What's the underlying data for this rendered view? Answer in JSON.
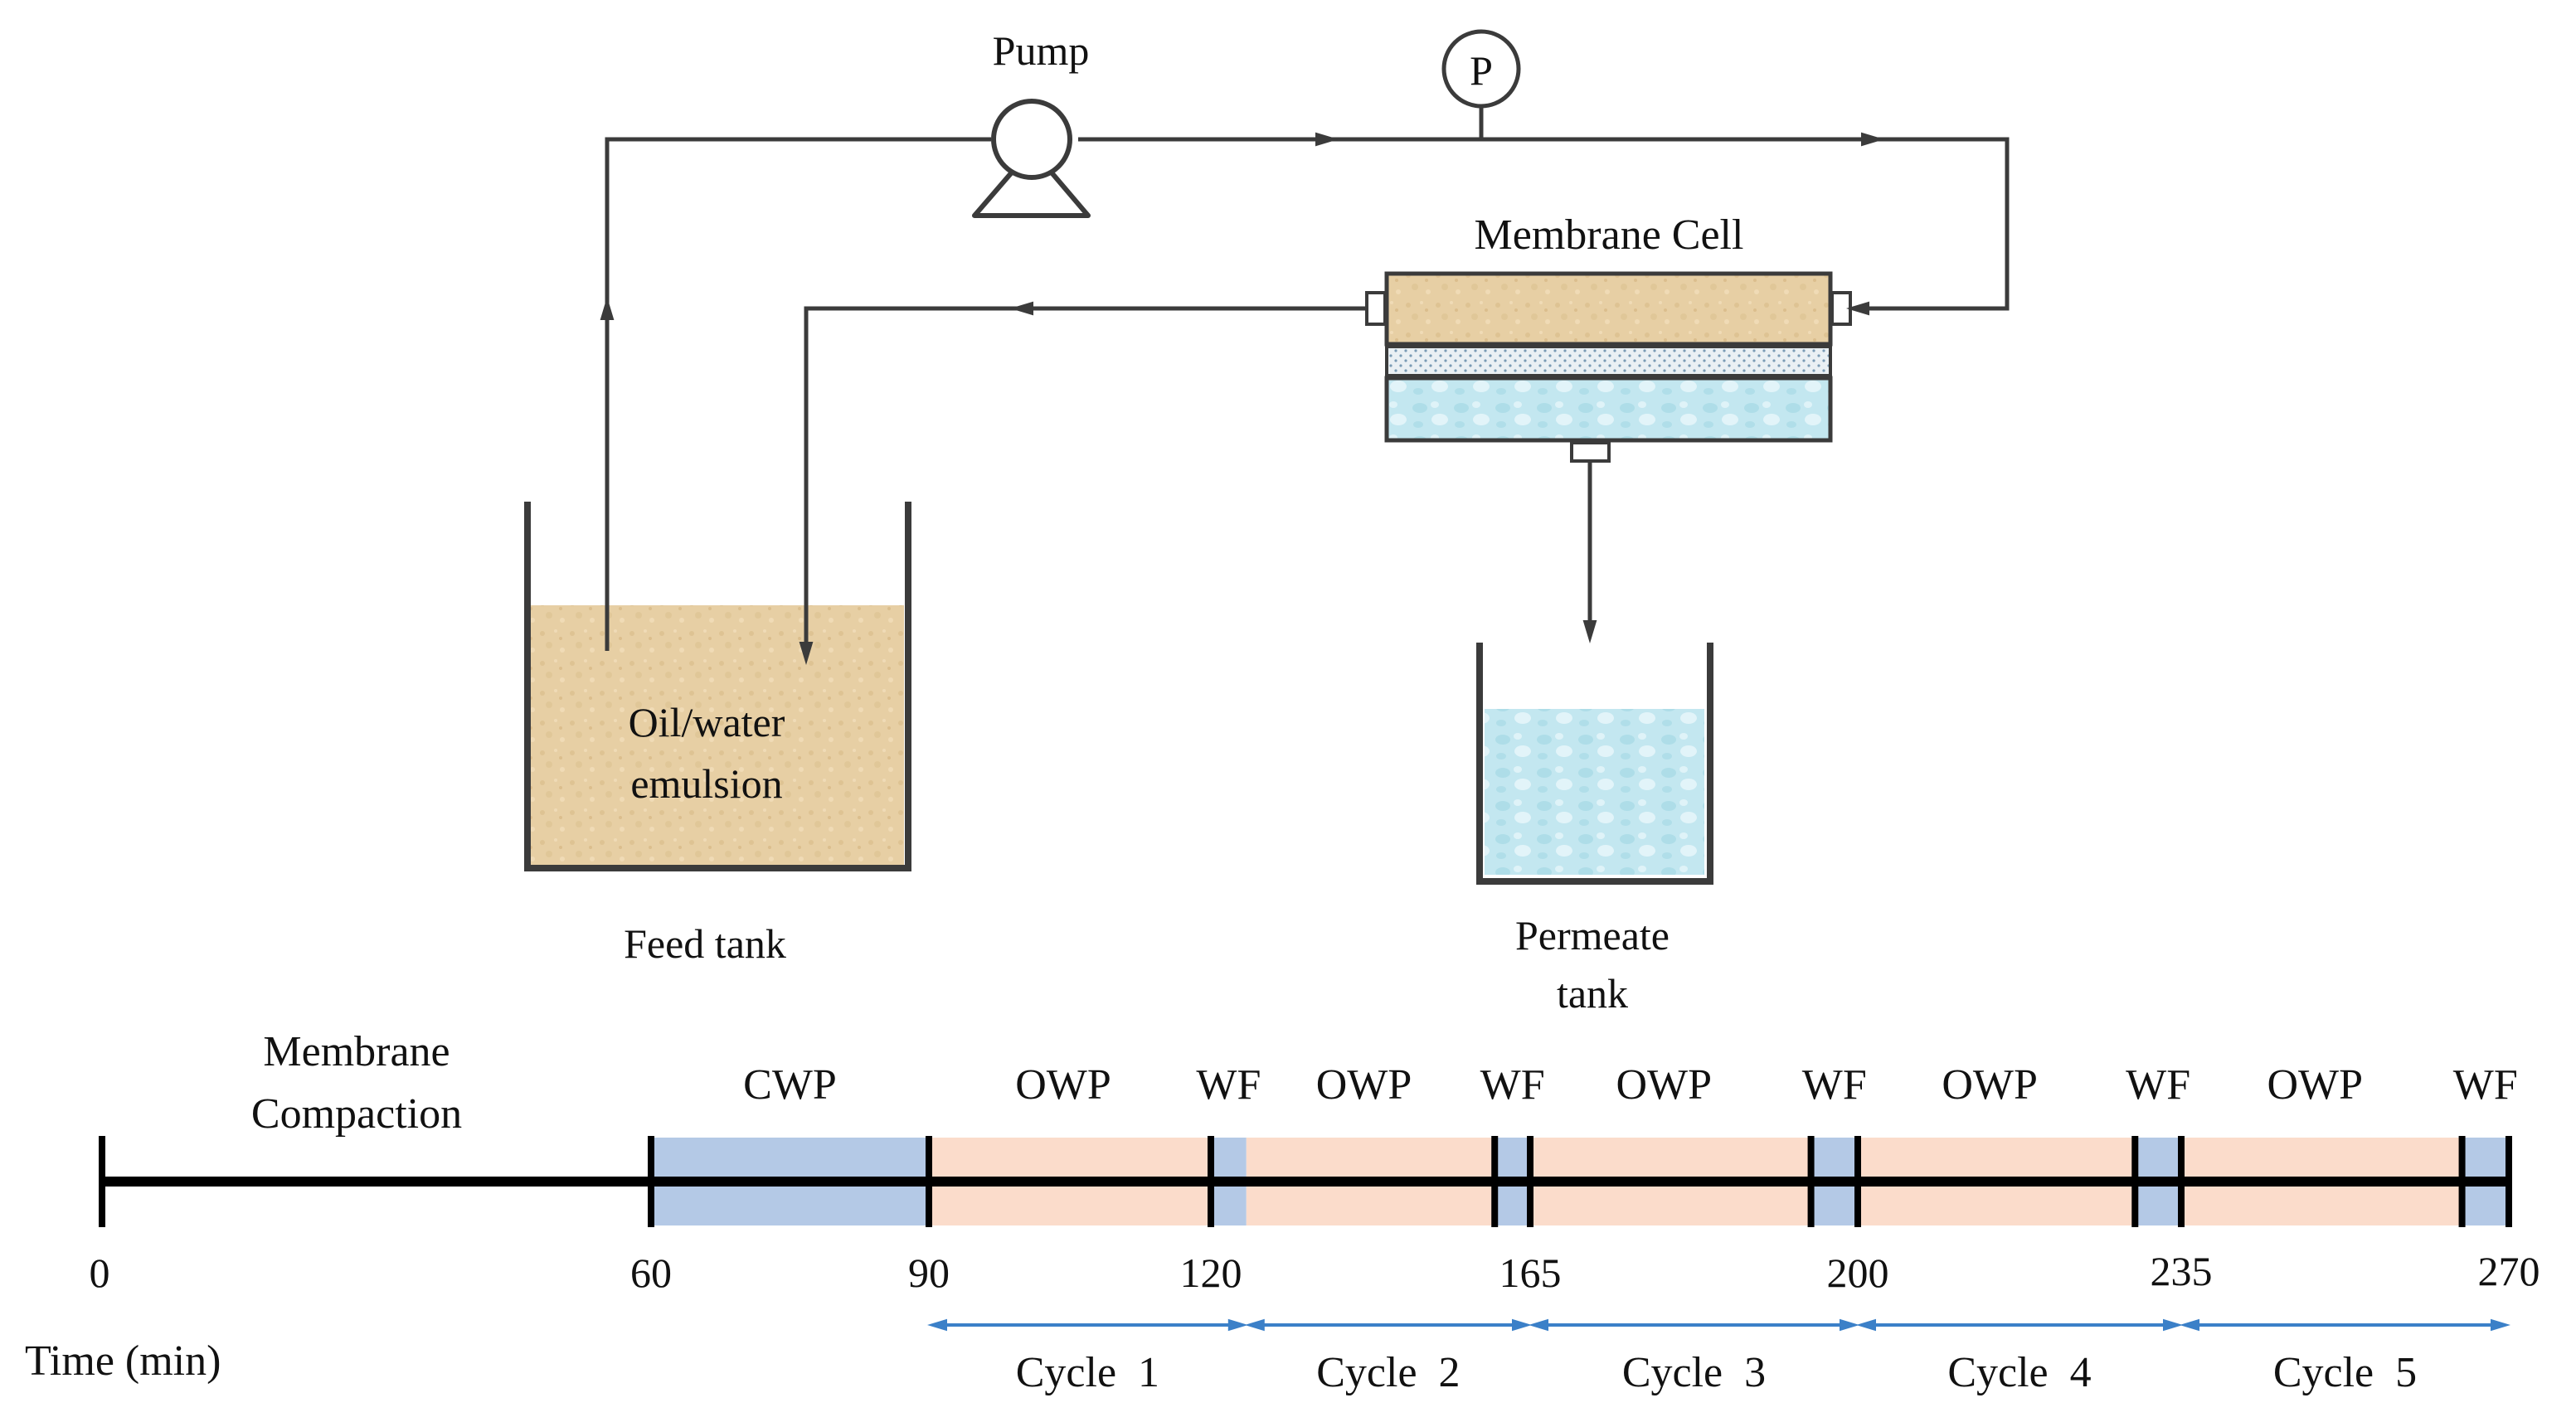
{
  "colors": {
    "line": "#3b3b3b",
    "timeline": "#000000",
    "oil": "#e7cfa4",
    "oil_dark": "#d9bb86",
    "water": "#bfe6ef",
    "water_dark": "#a6d8e4",
    "membrane": "#dde8ef",
    "cwp_band": "#b4c9e6",
    "owp_band": "#fbdccb",
    "wf_band": "#b4c9e6",
    "cycle_arrow": "#3b80c8"
  },
  "setup": {
    "pump_label": "Pump",
    "gauge_label": "P",
    "membrane_cell_label": "Membrane Cell",
    "feed_tank_contents": [
      "Oil/water",
      "emulsion"
    ],
    "feed_tank_label": "Feed tank",
    "permeate_tank_label": [
      "Permeate",
      "tank"
    ]
  },
  "timeline": {
    "axis_label": "Time (min)",
    "start_label": [
      "Membrane",
      "Compaction"
    ],
    "ticks": [
      0,
      60,
      90,
      120,
      165,
      200,
      235,
      270
    ],
    "phases": [
      {
        "label": "CWP",
        "start": 60,
        "end": 90,
        "kind": "cwp"
      },
      {
        "label": "OWP",
        "start": 90,
        "end": 120,
        "kind": "owp"
      },
      {
        "label": "WF",
        "start": 120,
        "end": 125,
        "kind": "wf"
      },
      {
        "label": "OWP",
        "start": 125,
        "end": 160,
        "kind": "owp"
      },
      {
        "label": "WF",
        "start": 160,
        "end": 165,
        "kind": "wf"
      },
      {
        "label": "OWP",
        "start": 165,
        "end": 195,
        "kind": "owp"
      },
      {
        "label": "WF",
        "start": 195,
        "end": 200,
        "kind": "wf"
      },
      {
        "label": "OWP",
        "start": 200,
        "end": 230,
        "kind": "owp"
      },
      {
        "label": "WF",
        "start": 230,
        "end": 235,
        "kind": "wf"
      },
      {
        "label": "OWP",
        "start": 235,
        "end": 265,
        "kind": "owp"
      },
      {
        "label": "WF",
        "start": 265,
        "end": 270,
        "kind": "wf"
      }
    ],
    "cycles": [
      {
        "label": "Cycle  1",
        "start": 90,
        "end": 125
      },
      {
        "label": "Cycle  2",
        "start": 125,
        "end": 165
      },
      {
        "label": "Cycle  3",
        "start": 165,
        "end": 200
      },
      {
        "label": "Cycle  4",
        "start": 200,
        "end": 235
      },
      {
        "label": "Cycle  5",
        "start": 235,
        "end": 270
      }
    ]
  }
}
